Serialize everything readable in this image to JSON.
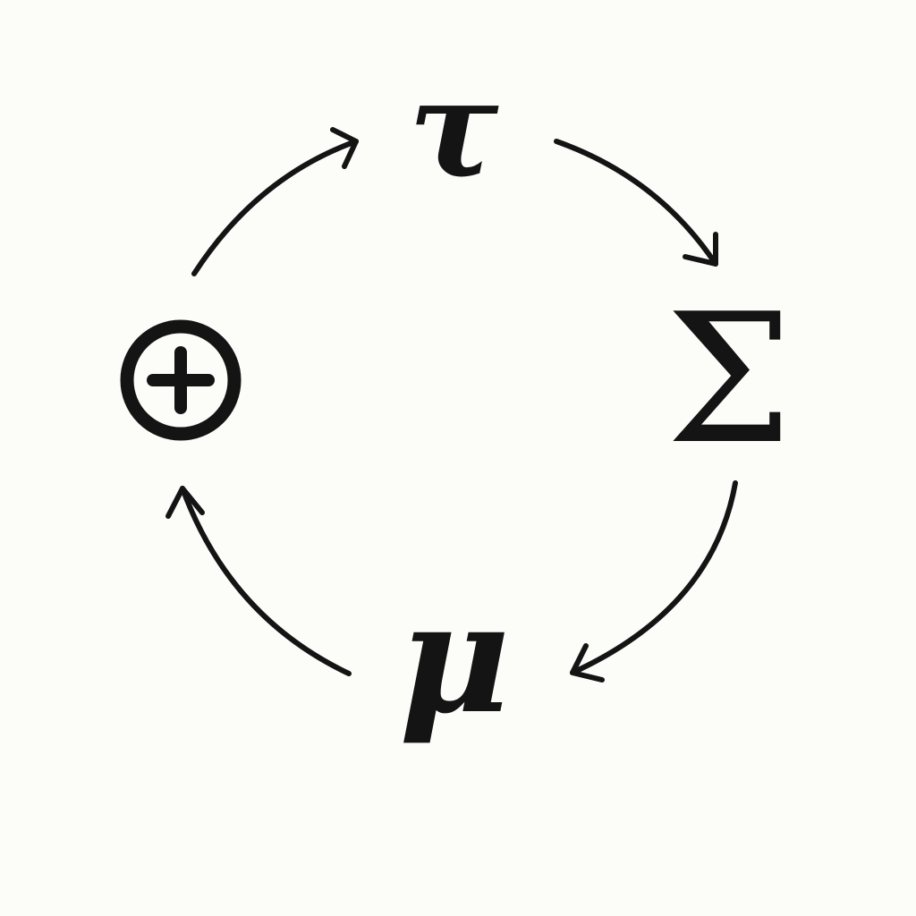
{
  "diagram": {
    "type": "cycle",
    "nodes": [
      {
        "id": "tau",
        "symbol": "τ"
      },
      {
        "id": "sigma",
        "symbol": "Σ"
      },
      {
        "id": "mu",
        "symbol": "μ"
      },
      {
        "id": "oplus",
        "symbol": "⊕",
        "icon": "circled-plus-icon"
      }
    ],
    "edges": [
      {
        "from": "oplus",
        "to": "tau"
      },
      {
        "from": "tau",
        "to": "sigma"
      },
      {
        "from": "sigma",
        "to": "mu"
      },
      {
        "from": "mu",
        "to": "oplus"
      }
    ],
    "colors": {
      "background": "#fcfcf9",
      "ink": "#141414"
    }
  }
}
